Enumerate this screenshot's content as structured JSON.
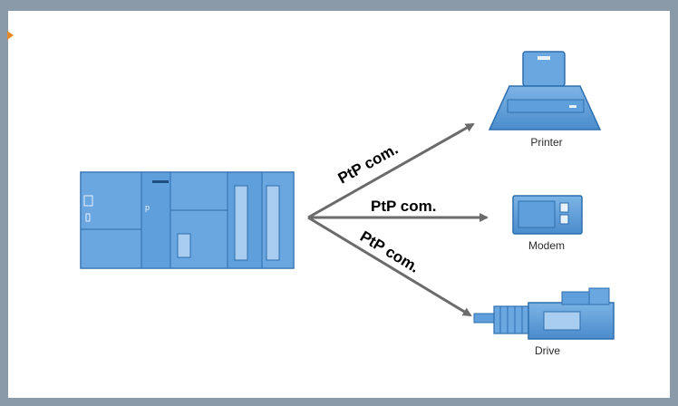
{
  "connections": [
    {
      "label": "PtP com.",
      "target": "Printer"
    },
    {
      "label": "PtP com.",
      "target": "Modem"
    },
    {
      "label": "PtP com.",
      "target": "Drive"
    }
  ],
  "devices": {
    "plc": {
      "icon": "plc-icon"
    },
    "printer": {
      "label": "Printer",
      "icon": "printer-icon"
    },
    "modem": {
      "label": "Modem",
      "icon": "modem-icon"
    },
    "drive": {
      "label": "Drive",
      "icon": "drive-icon"
    }
  },
  "colors": {
    "frame": "#8a9aa9",
    "device_fill": "#5a9bd8",
    "device_dark": "#2f6fae",
    "device_light": "#a9cdf0",
    "arrow": "#6b6b6b",
    "accent": "#e8892b"
  }
}
